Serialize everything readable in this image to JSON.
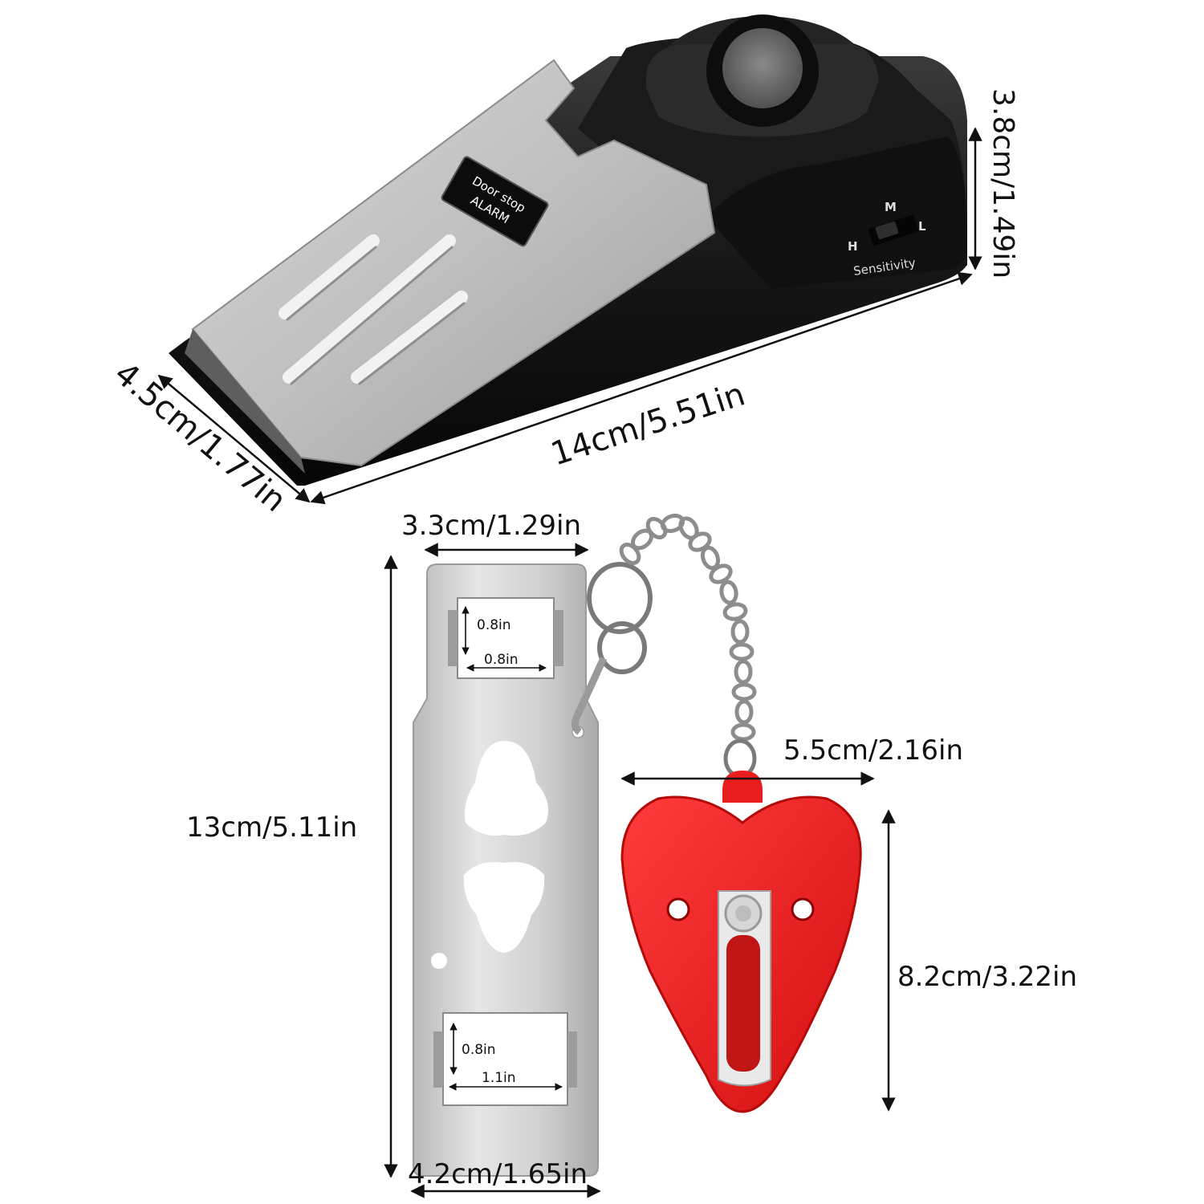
{
  "door_stop_alarm": {
    "badge_line1": "Door stop",
    "badge_line2": "ALARM",
    "switch_high": "H",
    "switch_mid": "M",
    "switch_low": "L",
    "switch_caption": "Sensitivity",
    "dim_height": "3.8cm/1.49in",
    "dim_length": "14cm/5.51in",
    "dim_width": "4.5cm/1.77in"
  },
  "door_lock": {
    "dim_top_width": "3.3cm/1.29in",
    "dim_length": "13cm/5.11in",
    "dim_bottom_width": "4.2cm/1.65in",
    "top_slot_height": "0.8in",
    "top_slot_width": "0.8in",
    "bottom_slot_height": "0.8in",
    "bottom_slot_width": "1.1in"
  },
  "heart_key": {
    "dim_width": "5.5cm/2.16in",
    "dim_height": "8.2cm/3.22in"
  },
  "colors": {
    "alarm_body": "#1b1b1b",
    "steel": "#c8c8c8",
    "heart_red": "#ea1f1f"
  }
}
